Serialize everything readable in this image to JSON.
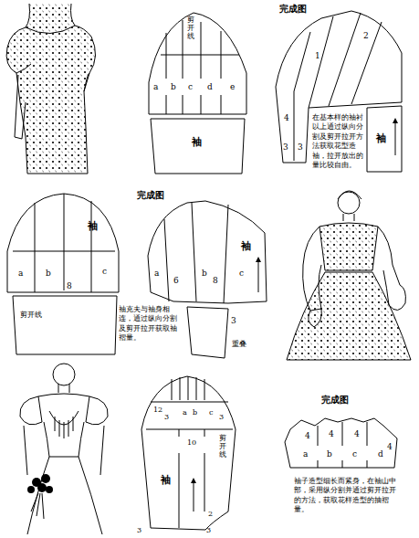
{
  "diagram": {
    "labels": [
      "剪开线",
      "a",
      "b",
      "c",
      "d",
      "e",
      "袖",
      "完成图",
      "2",
      "1",
      "4",
      "3",
      "3",
      "袖",
      "在基本样的袖衬以上通过纵向分割及剪开拉开方法获取花型造袖，拉开放出的量比较自由。",
      "袖",
      "a",
      "b",
      "c",
      "8",
      "剪开线",
      "完成图",
      "a",
      "6",
      "b",
      "8",
      "c",
      "袖",
      "3",
      "重叠",
      "袖克夫与袖身相连，通过纵向分割及剪开拉开获取袖褶量。",
      "12",
      "3",
      "a",
      "b",
      "c",
      "3",
      "剪开线",
      "10",
      "袖",
      "2",
      "3",
      "3",
      "完成图",
      "4",
      "4",
      "4",
      "4",
      "a",
      "b",
      "c",
      "d",
      "袖子造型细长而紧身，在袖山中部，采用纵分割并通过剪开拉开的方法，获取花样造型的抽褶量。"
    ]
  }
}
